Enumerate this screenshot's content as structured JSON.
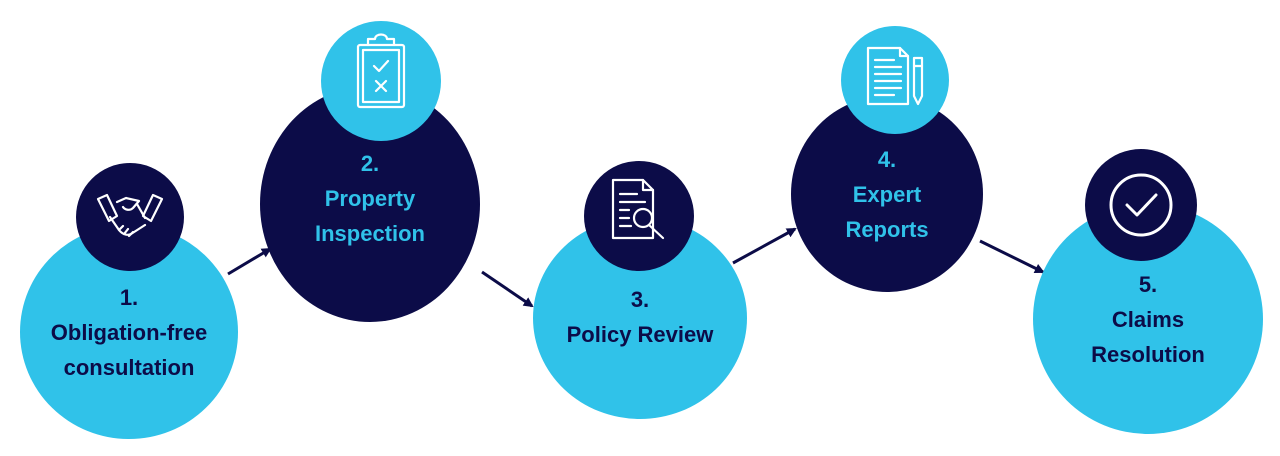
{
  "colors": {
    "light_blue": "#30c2e9",
    "navy": "#0c0c48",
    "white": "#ffffff"
  },
  "steps": [
    {
      "number": "1.",
      "title_lines": [
        "Obligation-free",
        "consultation"
      ],
      "icon": "handshake-icon"
    },
    {
      "number": "2.",
      "title_lines": [
        "Property",
        "Inspection"
      ],
      "icon": "clipboard-checklist-icon"
    },
    {
      "number": "3.",
      "title_lines": [
        "Policy Review"
      ],
      "icon": "document-search-icon"
    },
    {
      "number": "4.",
      "title_lines": [
        "Expert",
        "Reports"
      ],
      "icon": "document-pen-icon"
    },
    {
      "number": "5.",
      "title_lines": [
        "Claims",
        "Resolution"
      ],
      "icon": "checkmark-circle-icon"
    }
  ]
}
